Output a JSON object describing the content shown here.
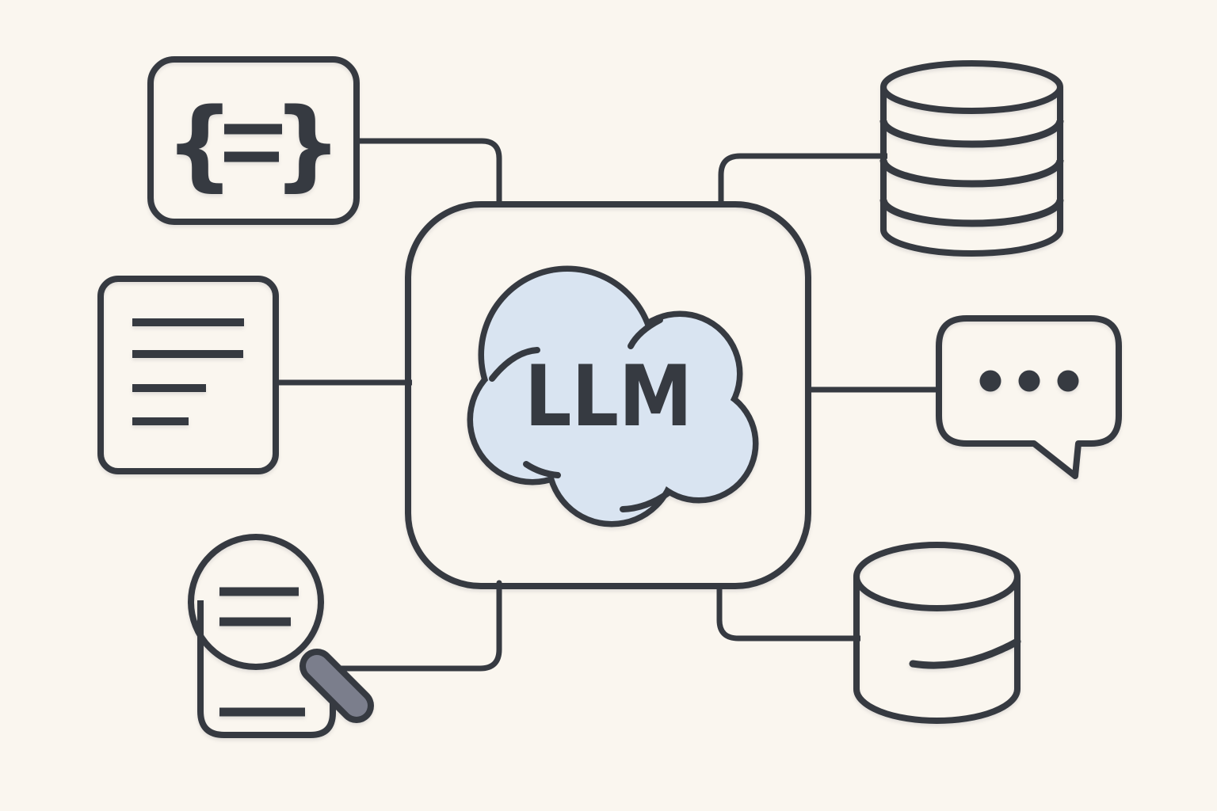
{
  "illustration": {
    "description_label": "LLM connected to data sources illustration",
    "center_label": "LLM"
  },
  "colors": {
    "background": "#faf6ef",
    "outline": "#363a41",
    "center_fill": "#d9e4f1",
    "panel_fill": "#fcf9f3",
    "database_body_fill": "#7d8090",
    "database_top_fill": "#878a98",
    "handle_fill": "#7b7e8c"
  },
  "center": {
    "label": "LLM",
    "icon": "cloud-icon",
    "fill": "#d9e4f1"
  },
  "nodes": {
    "json_schema": {
      "icon": "json-braces-icon",
      "left_brace": "{",
      "right_brace": "}",
      "bar_count": 2
    },
    "document": {
      "icon": "document-lines-icon",
      "line_count": 4
    },
    "database_top": {
      "icon": "database-icon",
      "band_count": 3,
      "fill": "#7d8090",
      "top_fill": "#878a98"
    },
    "chat": {
      "icon": "chat-bubble-icon",
      "dot_count": 3
    },
    "database_bottom": {
      "icon": "database-icon",
      "band_count": 1,
      "fill": "#7d8090",
      "top_fill": "#878a98"
    },
    "search_document": {
      "icon": "document-magnifier-icon",
      "handle_fill": "#7b7e8c"
    }
  },
  "edges": [
    {
      "from": "json_schema",
      "to": "llm"
    },
    {
      "from": "document",
      "to": "llm"
    },
    {
      "from": "database_top",
      "to": "llm"
    },
    {
      "from": "llm",
      "to": "chat"
    },
    {
      "from": "llm",
      "to": "database_bottom"
    },
    {
      "from": "llm",
      "to": "search_document"
    }
  ]
}
